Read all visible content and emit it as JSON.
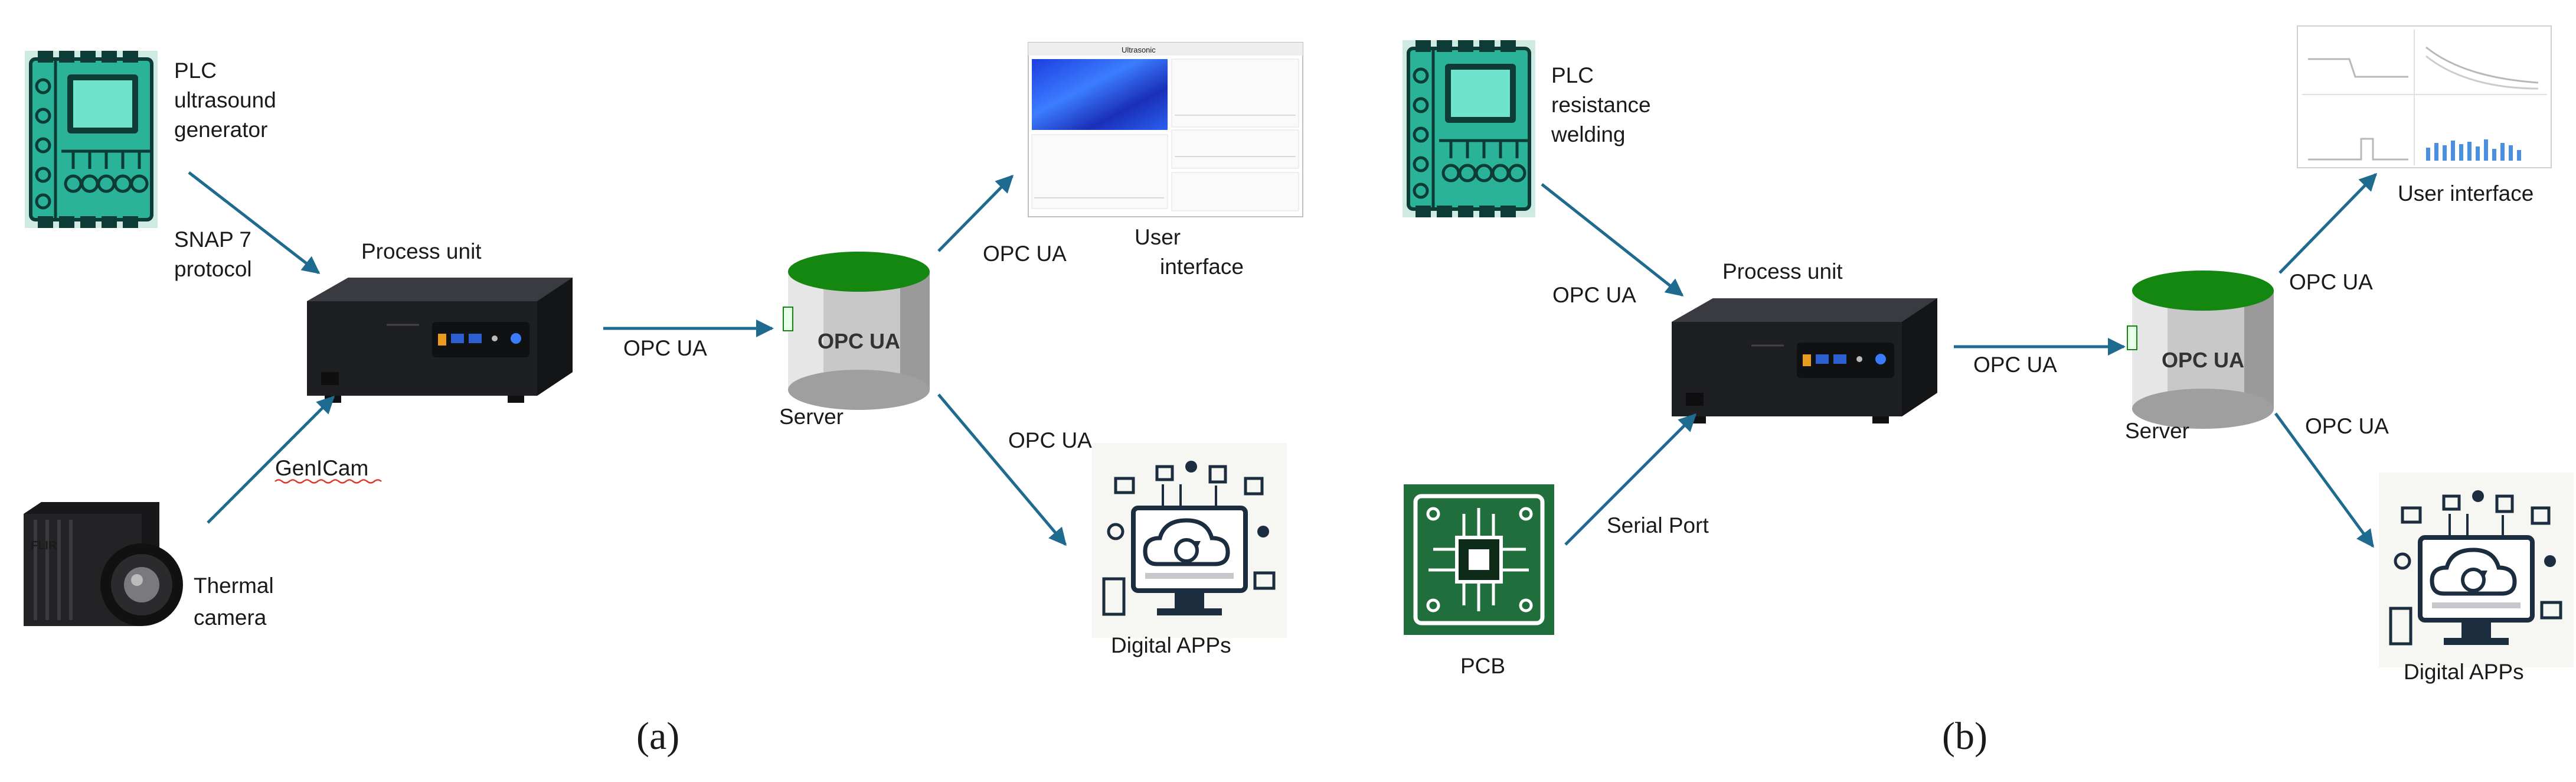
{
  "colors": {
    "arrow": "#1e6b8f",
    "plc_teal": "#2bb39a",
    "plc_dark": "#0d3b36",
    "db_top": "#13870f",
    "db_body": "#c8c8c8",
    "pc_body": "#1e1f22",
    "pcb_green": "#1f6e3b",
    "spell_underline": "#e0362c"
  },
  "panel_a": {
    "caption": "(a)",
    "plc_label": [
      "PLC",
      "ultrasound",
      "generator"
    ],
    "snap_label": [
      "SNAP 7",
      "protocol"
    ],
    "process_unit_label": "Process unit",
    "genicam_label": "GenICam",
    "thermal_label": [
      "Thermal",
      "camera"
    ],
    "link_server_label": "OPC UA",
    "server_db_text": "OPC UA",
    "server_label": "Server",
    "link_ui_label": "OPC UA",
    "ui_label": [
      "User",
      "interface"
    ],
    "link_apps_label": "OPC UA",
    "apps_label": "Digital APPs",
    "camera_brand": "FLIR",
    "screenshot_title": "Ultrasonic"
  },
  "panel_b": {
    "caption": "(b)",
    "plc_label": [
      "PLC",
      "resistance",
      "welding"
    ],
    "plc_link_label": "OPC UA",
    "process_unit_label": "Process unit",
    "serial_label": "Serial Port",
    "pcb_label": "PCB",
    "link_server_label": "OPC UA",
    "server_db_text": "OPC UA",
    "server_label": "Server",
    "link_ui_label": "OPC UA",
    "ui_label": "User interface",
    "link_apps_label": "OPC UA",
    "apps_label": "Digital APPs"
  }
}
